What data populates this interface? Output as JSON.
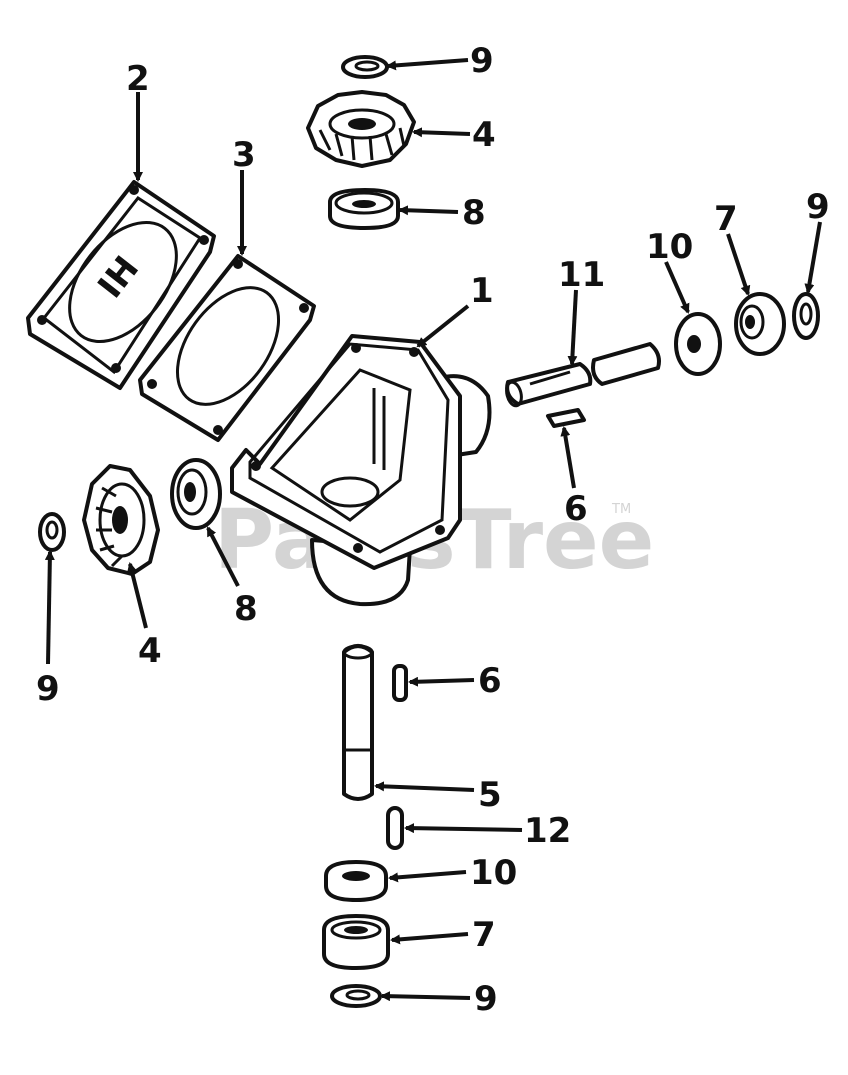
{
  "watermark": {
    "text": "PartsTree",
    "trademark": "TM"
  },
  "callouts": [
    {
      "id": "c9a",
      "label": "9"
    },
    {
      "id": "c4a",
      "label": "4"
    },
    {
      "id": "c8a",
      "label": "8"
    },
    {
      "id": "c2",
      "label": "2"
    },
    {
      "id": "c3",
      "label": "3"
    },
    {
      "id": "c1",
      "label": "1"
    },
    {
      "id": "c11",
      "label": "11"
    },
    {
      "id": "c10a",
      "label": "10"
    },
    {
      "id": "c7a",
      "label": "7"
    },
    {
      "id": "c9b",
      "label": "9"
    },
    {
      "id": "c6a",
      "label": "6"
    },
    {
      "id": "c9c",
      "label": "9"
    },
    {
      "id": "c4b",
      "label": "4"
    },
    {
      "id": "c8b",
      "label": "8"
    },
    {
      "id": "c6b",
      "label": "6"
    },
    {
      "id": "c5",
      "label": "5"
    },
    {
      "id": "c12",
      "label": "12"
    },
    {
      "id": "c10b",
      "label": "10"
    },
    {
      "id": "c7b",
      "label": "7"
    },
    {
      "id": "c9d",
      "label": "9"
    }
  ]
}
